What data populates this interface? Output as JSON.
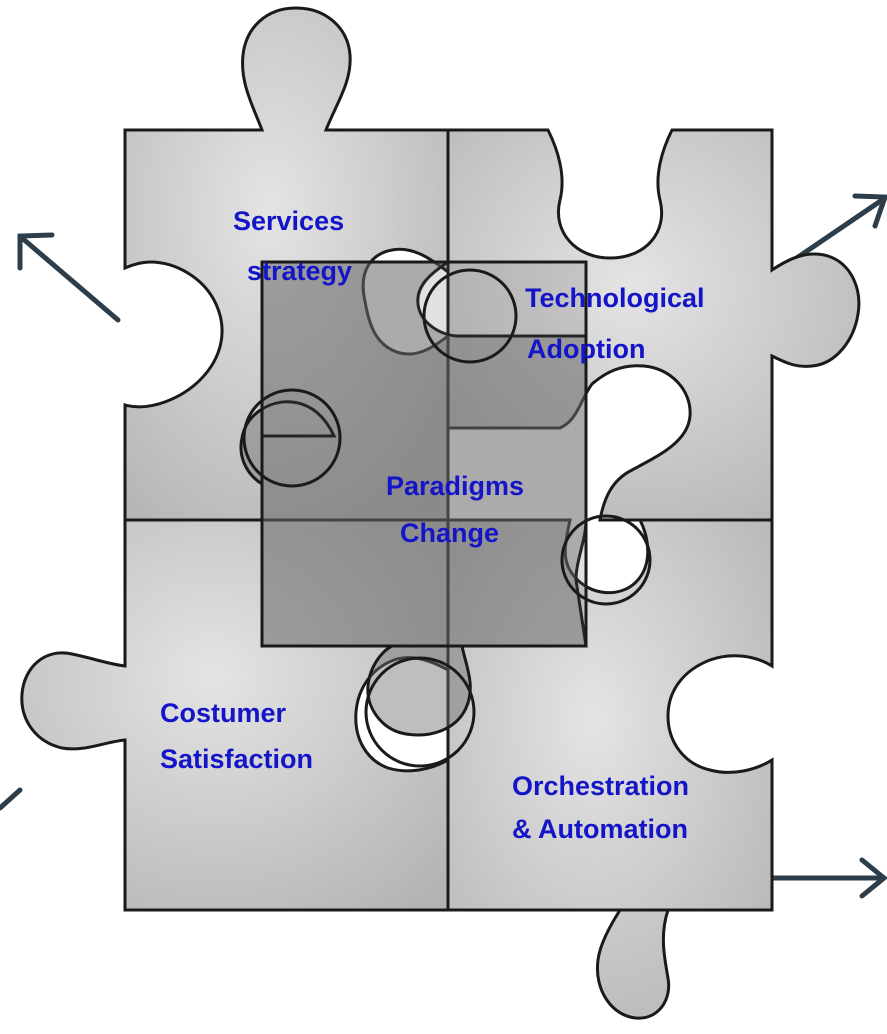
{
  "colors": {
    "piece_fill": "#c7c7c7",
    "center_fill": "#8a8a8a",
    "outline": "#1a1a1a",
    "label": "#1414c8",
    "arrow": "#2d3e4a"
  },
  "pieces": {
    "top_left": {
      "line1": "Services",
      "line2": "strategy"
    },
    "top_right": {
      "line1": "Technological",
      "line2": "Adoption"
    },
    "center": {
      "line1": "Paradigms",
      "line2": "Change"
    },
    "bottom_left": {
      "line1": "Costumer",
      "line2": "Satisfaction"
    },
    "bottom_right": {
      "line1": "Orchestration",
      "line2": "& Automation"
    }
  },
  "arrows": [
    "up-left",
    "up-right",
    "down-left",
    "right"
  ]
}
